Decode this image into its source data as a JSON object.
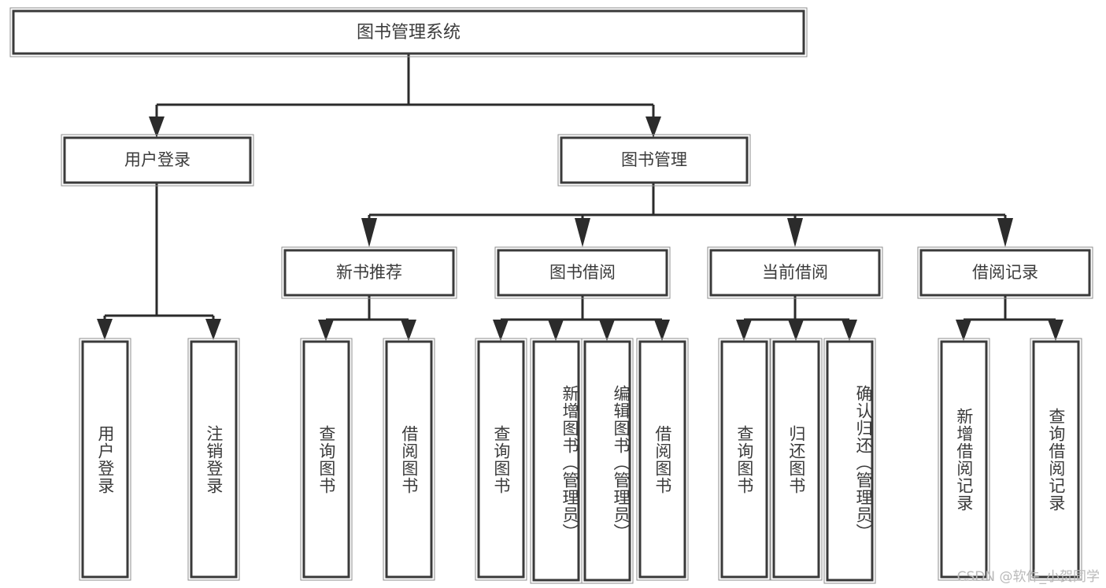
{
  "diagram": {
    "type": "tree-hierarchy",
    "orientation": "top-down",
    "root": {
      "label": "图书管理系统"
    },
    "level2": [
      {
        "id": "user-login",
        "label": "用户登录"
      },
      {
        "id": "book-management",
        "label": "图书管理"
      }
    ],
    "level3": [
      {
        "id": "new-book-recommend",
        "label": "新书推荐",
        "parent": "book-management"
      },
      {
        "id": "book-borrow",
        "label": "图书借阅",
        "parent": "book-management"
      },
      {
        "id": "current-borrow",
        "label": "当前借阅",
        "parent": "book-management"
      },
      {
        "id": "borrow-record",
        "label": "借阅记录",
        "parent": "book-management"
      }
    ],
    "leaves": [
      {
        "id": "leaf-user-login",
        "label": "用户登录",
        "parent": "user-login"
      },
      {
        "id": "leaf-logout",
        "label": "注销登录",
        "parent": "user-login"
      },
      {
        "id": "leaf-query-book-1",
        "label": "查询图书",
        "parent": "new-book-recommend"
      },
      {
        "id": "leaf-borrow-book-1",
        "label": "借阅图书",
        "parent": "new-book-recommend"
      },
      {
        "id": "leaf-query-book-2",
        "label": "查询图书",
        "parent": "book-borrow"
      },
      {
        "id": "leaf-add-book",
        "label": "新增图书（管理员）",
        "parent": "book-borrow"
      },
      {
        "id": "leaf-edit-book",
        "label": "编辑图书（管理员）",
        "parent": "book-borrow"
      },
      {
        "id": "leaf-borrow-book-2",
        "label": "借阅图书",
        "parent": "book-borrow"
      },
      {
        "id": "leaf-query-book-3",
        "label": "查询图书",
        "parent": "current-borrow"
      },
      {
        "id": "leaf-return-book",
        "label": "归还图书",
        "parent": "current-borrow"
      },
      {
        "id": "leaf-confirm-return",
        "label": "确认归还（管理员）",
        "parent": "current-borrow"
      },
      {
        "id": "leaf-add-record",
        "label": "新增借阅记录",
        "parent": "borrow-record"
      },
      {
        "id": "leaf-query-record",
        "label": "查询借阅记录",
        "parent": "borrow-record"
      }
    ],
    "colors": {
      "box_fill": "#ffffff",
      "box_stroke": "#3a3a3a",
      "connector": "#2b2b2b",
      "text": "#3b3b3b",
      "watermark": "#b9b9b9",
      "background": "#ffffff"
    }
  },
  "watermark": {
    "text": "CSDN @软件_小贺同学"
  }
}
